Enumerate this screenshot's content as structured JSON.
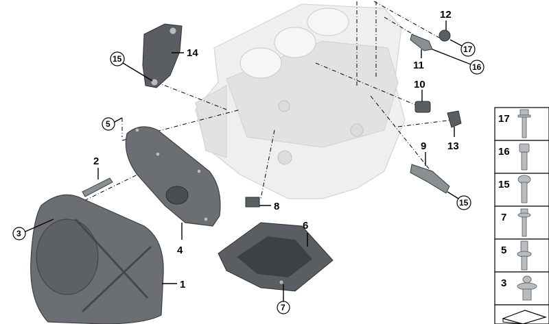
{
  "diagram": {
    "callouts": [
      {
        "id": "1",
        "label": "1"
      },
      {
        "id": "2",
        "label": "2"
      },
      {
        "id": "3",
        "label": "3",
        "circled": true
      },
      {
        "id": "4",
        "label": "4"
      },
      {
        "id": "5",
        "label": "5",
        "circled": true
      },
      {
        "id": "6",
        "label": "6"
      },
      {
        "id": "7",
        "label": "7",
        "circled": true
      },
      {
        "id": "8",
        "label": "8"
      },
      {
        "id": "9",
        "label": "9"
      },
      {
        "id": "10",
        "label": "10"
      },
      {
        "id": "11",
        "label": "11"
      },
      {
        "id": "12",
        "label": "12"
      },
      {
        "id": "13",
        "label": "13"
      },
      {
        "id": "14",
        "label": "14"
      },
      {
        "id": "15a",
        "label": "15",
        "circled": true
      },
      {
        "id": "15b",
        "label": "15",
        "circled": true
      },
      {
        "id": "16",
        "label": "16",
        "circled": true
      },
      {
        "id": "17",
        "label": "17",
        "circled": true
      }
    ]
  },
  "legend_panel": {
    "items": [
      {
        "label": "17",
        "icon": "bolt-hex-flange-icon"
      },
      {
        "label": "16",
        "icon": "bolt-socket-head-icon"
      },
      {
        "label": "15",
        "icon": "bolt-torx-icon"
      },
      {
        "label": "7",
        "icon": "bolt-flange-icon"
      },
      {
        "label": "5",
        "icon": "stud-bolt-icon"
      },
      {
        "label": "3",
        "icon": "expanding-rivet-icon"
      }
    ],
    "footer_icon": "gasket-sheet-icon"
  },
  "colors": {
    "engine_block": "#efefef",
    "parts_dark": "#5a5e62",
    "lines": "#000000"
  }
}
